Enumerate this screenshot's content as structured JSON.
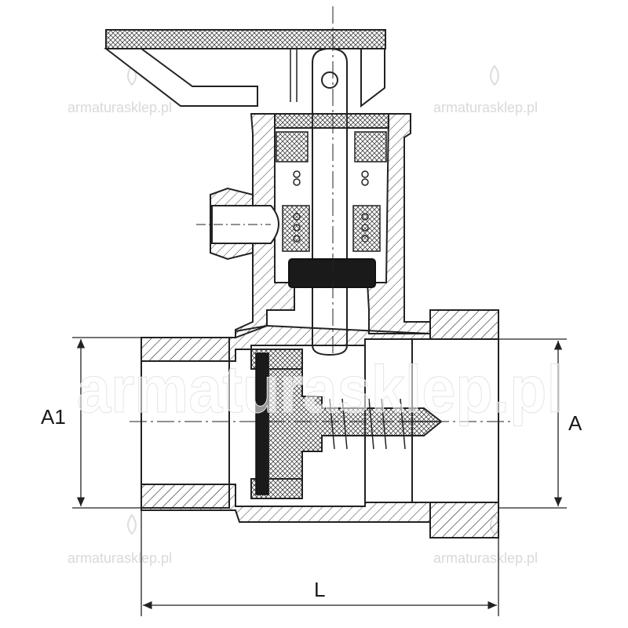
{
  "dimensions": {
    "left_bore": "A1",
    "right_bore": "A",
    "length": "L"
  },
  "watermark": {
    "text": "armaturasklep.pl"
  },
  "icons": {
    "watermark_logo": "flame-drop-icon"
  }
}
